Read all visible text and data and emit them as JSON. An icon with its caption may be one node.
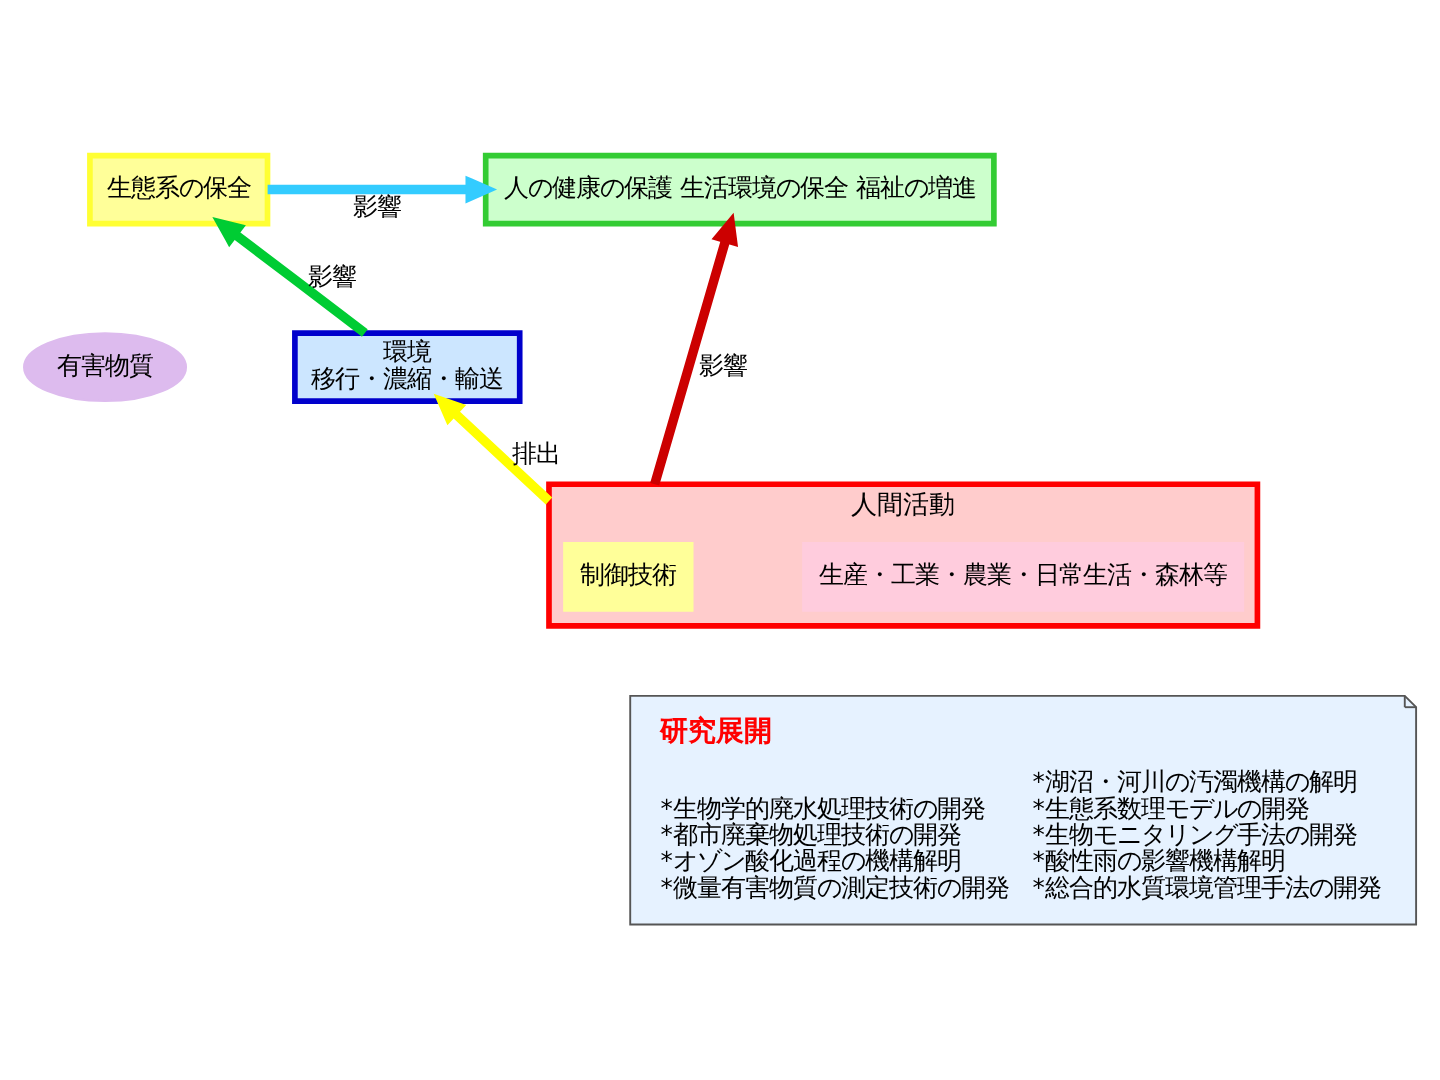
{
  "diagram": {
    "nodes": [
      {
        "text": [
          "人の健康の保護 生活環境の保全 福祉の増進"
        ]
      },
      {
        "text": [
          "生態系の保全"
        ]
      },
      {
        "text": [
          "人間活動"
        ]
      },
      {
        "text": [
          "生産・工業・農業・日常生活・森林等"
        ],
        "in": 2
      },
      {
        "text": [
          "制御技術"
        ],
        "in": 2
      },
      {
        "text": [
          "有害物質"
        ]
      },
      {
        "text": [
          "環境",
          "移行・濃縮・輸送"
        ]
      },
      {
        "text": [
          "研究展開",
          "*生物学的廃水処理技術の開発",
          "*都市廃棄物処理技術の開発",
          "*オゾン酸化過程の機構解明",
          "*微量有害物質の測定技術の開発",
          "*湖沼・河川の汚濁機構の解明",
          "*生態系数理モデルの開発",
          "*生物モニタリング手法の開発",
          "*酸性雨の影響機構解明",
          "*総合的水質環境管理手法の開発"
        ]
      }
    ],
    "edges": [
      {
        "from": 1,
        "to": 0,
        "arrow": "to",
        "label": "影響",
        "color": "#33ccff"
      },
      {
        "from": 2,
        "to": 0,
        "arrow": "to",
        "label": "影響",
        "color": "#cc0000"
      },
      {
        "from": 6,
        "to": 1,
        "arrow": "to",
        "label": "影響",
        "color": "#00cc33"
      },
      {
        "from": 2,
        "to": 6,
        "arrow": "to",
        "label": "排出",
        "color": "#ffff00"
      }
    ]
  }
}
